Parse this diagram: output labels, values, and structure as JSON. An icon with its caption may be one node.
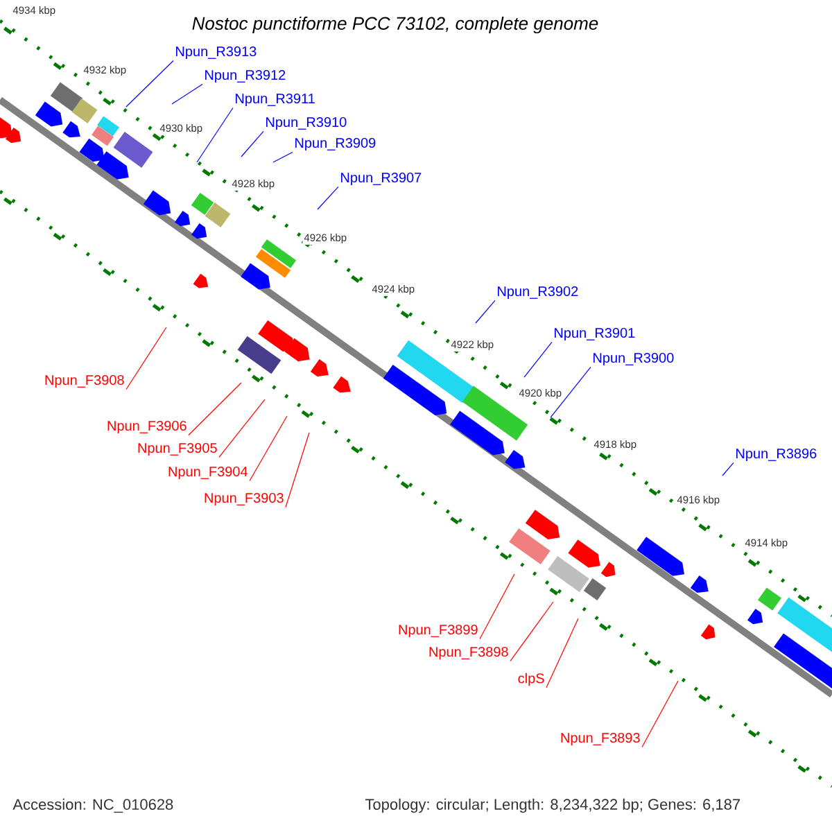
{
  "diagram": {
    "title": "*Nostoc punctiforme* PCC 73102, complete genome",
    "nodes": [
      {
        "text": [
          "Npun_R3913"
        ]
      },
      {
        "text": [
          "Npun_R3912"
        ]
      },
      {
        "text": [
          "Npun_R3911"
        ]
      },
      {
        "text": [
          "Npun_R3910"
        ]
      },
      {
        "text": [
          "Npun_R3909"
        ]
      },
      {
        "text": [
          "Npun_R3907"
        ]
      },
      {
        "text": [
          "Npun_R3902"
        ]
      },
      {
        "text": [
          "Npun_R3901"
        ]
      },
      {
        "text": [
          "Npun_R3900"
        ]
      },
      {
        "text": [
          "Npun_R3896"
        ]
      },
      {
        "text": [
          "Npun_F3908"
        ]
      },
      {
        "text": [
          "Npun_F3906"
        ]
      },
      {
        "text": [
          "Npun_F3905"
        ]
      },
      {
        "text": [
          "Npun_F3904"
        ]
      },
      {
        "text": [
          "Npun_F3903"
        ]
      },
      {
        "text": [
          "Npun_F3899"
        ]
      },
      {
        "text": [
          "Npun_F3898"
        ]
      },
      {
        "text": [
          "clpS"
        ]
      },
      {
        "text": [
          "Npun_F3893"
        ]
      }
    ],
    "edges": [
      {
        "from": 0,
        "to": null,
        "arrow": "none"
      },
      {
        "from": 1,
        "to": null,
        "arrow": "none"
      },
      {
        "from": 2,
        "to": null,
        "arrow": "none"
      },
      {
        "from": 3,
        "to": null,
        "arrow": "none"
      },
      {
        "from": 4,
        "to": null,
        "arrow": "none"
      },
      {
        "from": 5,
        "to": null,
        "arrow": "none"
      },
      {
        "from": 6,
        "to": null,
        "arrow": "none"
      },
      {
        "from": 7,
        "to": null,
        "arrow": "none"
      },
      {
        "from": 8,
        "to": null,
        "arrow": "none"
      },
      {
        "from": 9,
        "to": null,
        "arrow": "none"
      },
      {
        "from": 10,
        "to": null,
        "arrow": "none",
        "color": "#ff0000"
      },
      {
        "from": 11,
        "to": null,
        "arrow": "none",
        "color": "#ff0000"
      },
      {
        "from": 12,
        "to": null,
        "arrow": "none",
        "color": "#ff0000"
      },
      {
        "from": 13,
        "to": null,
        "arrow": "none",
        "color": "#ff0000"
      },
      {
        "from": 14,
        "to": null,
        "arrow": "none",
        "color": "#ff0000"
      },
      {
        "from": 15,
        "to": null,
        "arrow": "none",
        "color": "#ff0000"
      },
      {
        "from": 16,
        "to": null,
        "arrow": "none",
        "color": "#ff0000"
      },
      {
        "from": 17,
        "to": null,
        "arrow": "none",
        "color": "#ff0000"
      },
      {
        "from": 18,
        "to": null,
        "arrow": "none",
        "color": "#ff0000"
      }
    ],
    "labels": [
      "4934 kbp",
      "4932 kbp",
      "4930 kbp",
      "4928 kbp",
      "4926 kbp",
      "4924 kbp",
      "4922 kbp",
      "4920 kbp",
      "4918 kbp",
      "4916 kbp",
      "4914 kbp",
      "Accession: NC_010628",
      "Topology: circular; Length: 8,234,322 bp; Genes: 6,187"
    ]
  }
}
